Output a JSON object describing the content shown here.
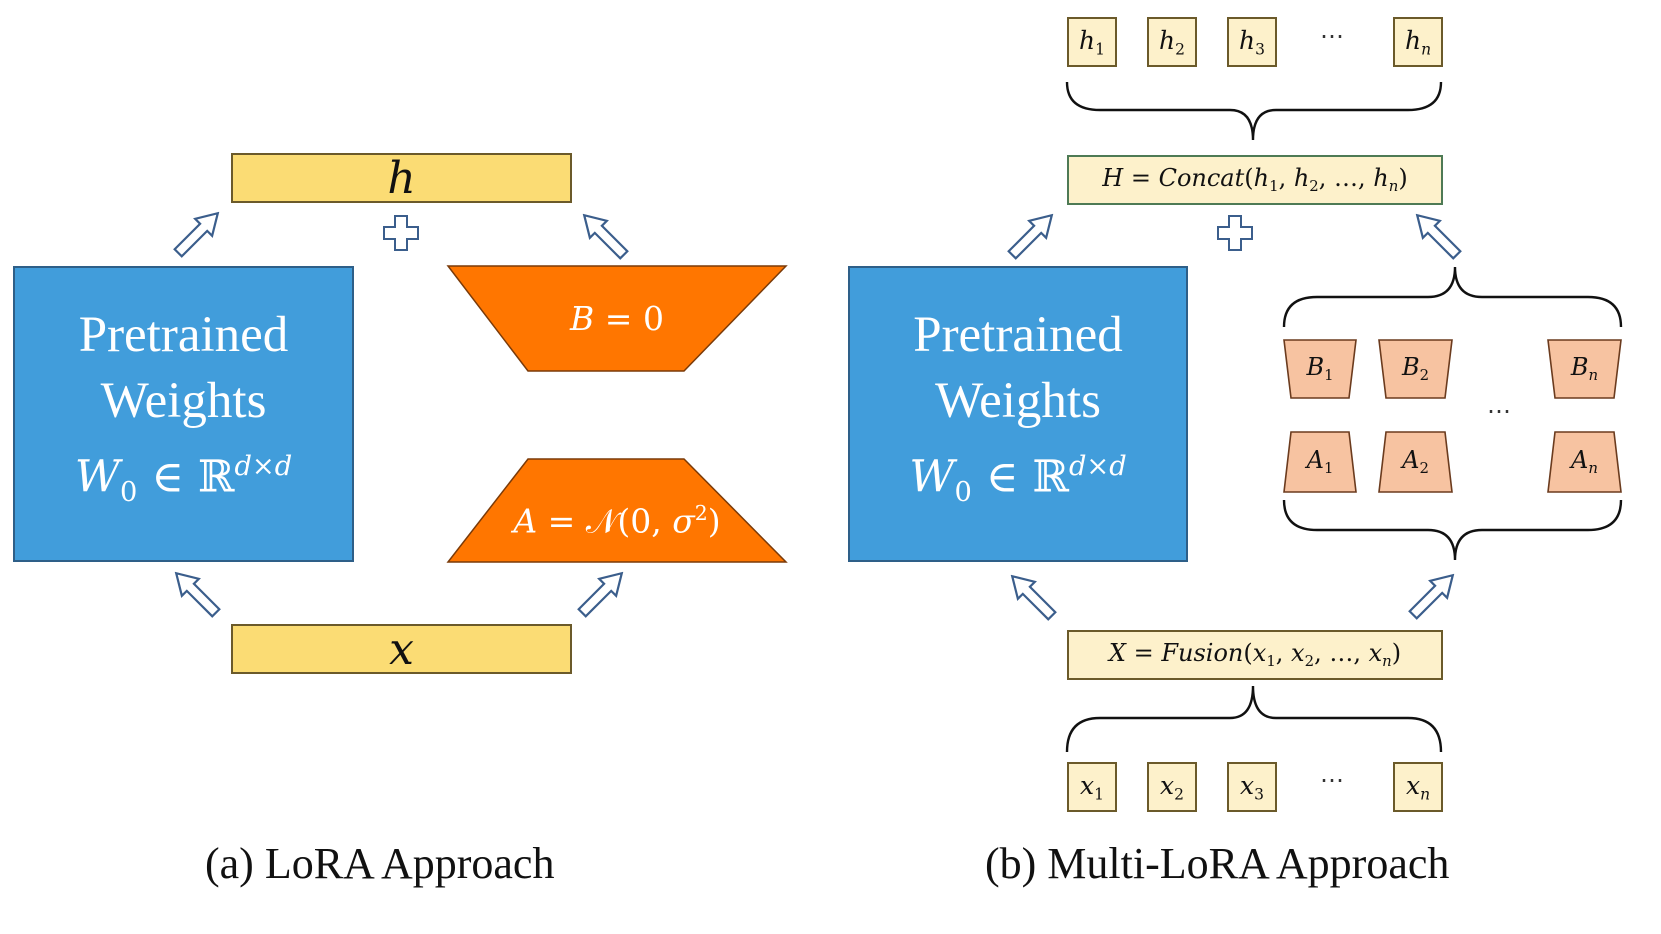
{
  "colors": {
    "blue": "#419ddb",
    "orange": "#ff7600",
    "peach": "#f7c3a1",
    "yellow": "#fbdc74",
    "light_yellow": "#fdf1cb",
    "arrow_outline": "#3b5e8c"
  },
  "panel_a": {
    "caption": "(a) LoRA Approach",
    "output": "h",
    "input": "x",
    "pretrained": {
      "line1": "Pretrained",
      "line2": "Weights",
      "formula": "W₀ ∈ ℝ^(d×d)"
    },
    "matrix_b": "B = 0",
    "matrix_a": "A = 𝒩(0, σ²)"
  },
  "panel_b": {
    "caption": "(b) Multi-LoRA Approach",
    "outputs": [
      "h1",
      "h2",
      "h3",
      "hn"
    ],
    "inputs": [
      "x1",
      "x2",
      "x3",
      "xn"
    ],
    "ellipsis": "⋯",
    "concat": "H = Concat(h1, h2, ..., hn)",
    "fusion": "X = Fusion(x1, x2, ..., xn)",
    "pretrained": {
      "line1": "Pretrained",
      "line2": "Weights",
      "formula": "W₀ ∈ ℝ^(d×d)"
    },
    "b_modules": [
      "B1",
      "B2",
      "Bn"
    ],
    "a_modules": [
      "A1",
      "A2",
      "An"
    ]
  }
}
